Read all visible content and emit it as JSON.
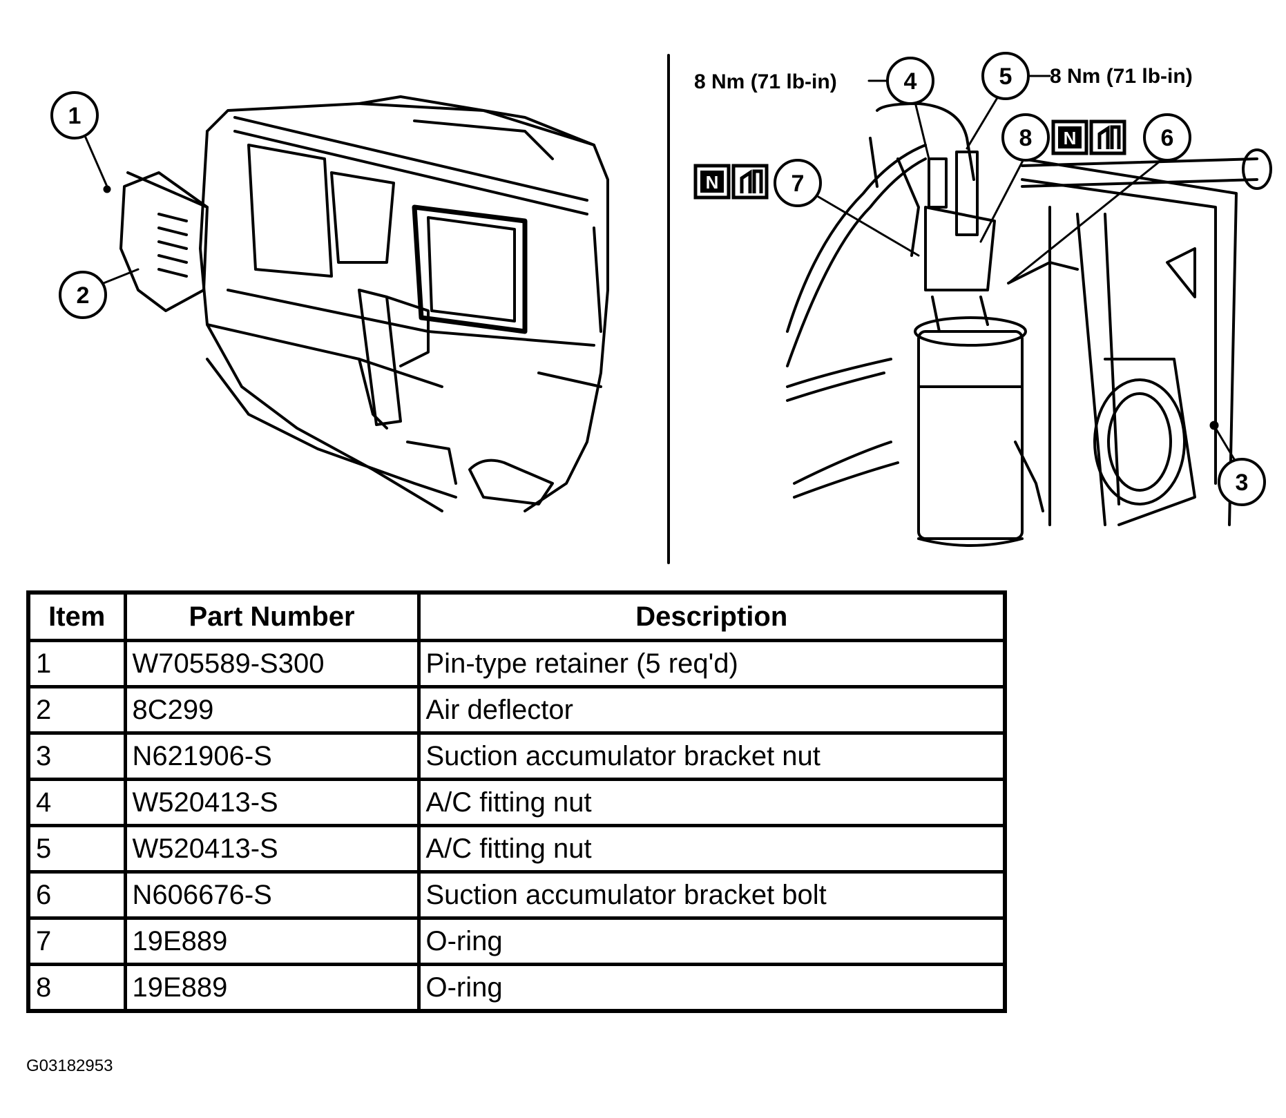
{
  "callouts": [
    "1",
    "2",
    "3",
    "4",
    "5",
    "6",
    "7",
    "8"
  ],
  "torque_specs": {
    "item4": "8 Nm (71 lb-in)",
    "item5": "8 Nm (71 lb-in)"
  },
  "badges": {
    "new_part_letter": "N",
    "icons": [
      "new-part-icon",
      "replace-icon"
    ]
  },
  "table": {
    "headers": [
      "Item",
      "Part Number",
      "Description"
    ],
    "rows": [
      {
        "item": "1",
        "part_number": "W705589-S300",
        "description": "Pin-type retainer (5 req'd)"
      },
      {
        "item": "2",
        "part_number": "8C299",
        "description": "Air deflector"
      },
      {
        "item": "3",
        "part_number": "N621906-S",
        "description": "Suction accumulator bracket nut"
      },
      {
        "item": "4",
        "part_number": "W520413-S",
        "description": "A/C fitting nut"
      },
      {
        "item": "5",
        "part_number": "W520413-S",
        "description": "A/C fitting nut"
      },
      {
        "item": "6",
        "part_number": "N606676-S",
        "description": "Suction accumulator bracket bolt"
      },
      {
        "item": "7",
        "part_number": "19E889",
        "description": "O-ring"
      },
      {
        "item": "8",
        "part_number": "19E889",
        "description": "O-ring"
      }
    ]
  },
  "figure_code": "G03182953"
}
